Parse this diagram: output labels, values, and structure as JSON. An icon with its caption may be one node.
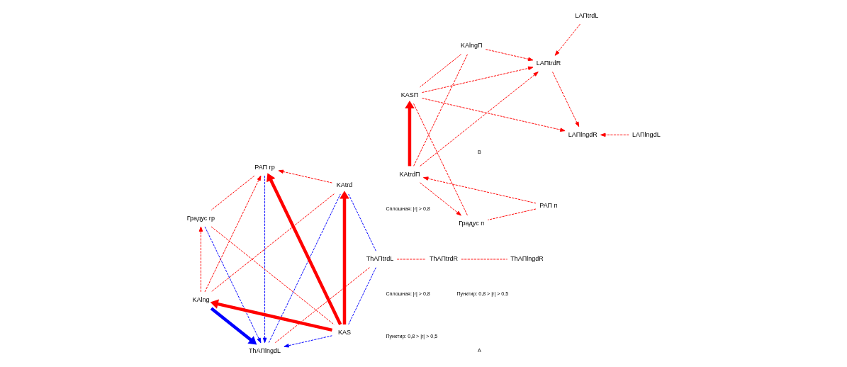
{
  "diagram": {
    "nodes": [
      {
        "text": [
          "РАП гр"
        ]
      },
      {
        "text": [
          "ThAПtrdL"
        ]
      },
      {
        "text": [
          "Градус гр"
        ]
      },
      {
        "text": [
          "ThAПlngdL"
        ]
      },
      {
        "text": [
          "KAS"
        ]
      },
      {
        "text": [
          "ThAПtrdR"
        ]
      },
      {
        "text": [
          "KAlng"
        ]
      },
      {
        "text": [
          "ThAПlngdR"
        ]
      },
      {
        "text": [
          "KAtrd"
        ]
      },
      {
        "text": [
          "РАП п"
        ]
      },
      {
        "text": [
          "LAПtrdL"
        ]
      },
      {
        "text": [
          "Градус п"
        ]
      },
      {
        "text": [
          "LAПlngdL"
        ]
      },
      {
        "text": [
          "KASП"
        ]
      },
      {
        "text": [
          "LAПtrdR"
        ]
      },
      {
        "text": [
          "KAlngП"
        ]
      },
      {
        "text": [
          "LAПlngdR"
        ]
      },
      {
        "text": [
          "KAtrdП"
        ]
      }
    ],
    "edges": [
      {
        "from": 6,
        "to": 3,
        "arrow": "to",
        "style": "thick",
        "color": "#0000ff"
      },
      {
        "from": 4,
        "to": 8,
        "arrow": "to",
        "style": "thick"
      },
      {
        "from": 4,
        "to": 0,
        "arrow": "to",
        "style": "thick"
      },
      {
        "from": 4,
        "to": 6,
        "arrow": "to",
        "style": "thick"
      },
      {
        "from": 8,
        "to": 0,
        "arrow": "to",
        "style": "dashed"
      },
      {
        "from": 0,
        "to": 2,
        "arrow": "none",
        "style": "dashed"
      },
      {
        "from": 6,
        "to": 2,
        "arrow": "to",
        "style": "dashed"
      },
      {
        "from": 2,
        "to": 4,
        "arrow": "none",
        "style": "dashed"
      },
      {
        "from": 6,
        "to": 0,
        "arrow": "to",
        "style": "dashed"
      },
      {
        "from": 8,
        "to": 6,
        "arrow": "none",
        "style": "dashed"
      },
      {
        "from": 1,
        "to": 3,
        "arrow": "none",
        "style": "dashed"
      },
      {
        "from": 1,
        "to": 5,
        "arrow": "none",
        "style": "dashed"
      },
      {
        "from": 5,
        "to": 7,
        "arrow": "none",
        "style": "dashed"
      },
      {
        "from": 1,
        "to": 4,
        "arrow": "none",
        "style": "dashed",
        "color": "#0000ff"
      },
      {
        "from": 1,
        "to": 8,
        "arrow": "none",
        "style": "dashed",
        "color": "#0000ff"
      },
      {
        "from": 0,
        "to": 3,
        "arrow": "to",
        "style": "dashed",
        "color": "#0000ff"
      },
      {
        "from": 2,
        "to": 3,
        "arrow": "to",
        "style": "dashed",
        "color": "#0000ff"
      },
      {
        "from": 4,
        "to": 3,
        "arrow": "to",
        "style": "dashed",
        "color": "#0000ff"
      },
      {
        "from": 3,
        "to": 8,
        "arrow": "none",
        "style": "dashed",
        "color": "#0000ff"
      },
      {
        "from": 9,
        "to": 11,
        "arrow": "none",
        "style": "dashed"
      },
      {
        "from": 9,
        "to": 17,
        "arrow": "to",
        "style": "dashed"
      },
      {
        "from": 11,
        "to": 13,
        "arrow": "none",
        "style": "dashed"
      },
      {
        "from": 10,
        "to": 14,
        "arrow": "to",
        "style": "dashed"
      },
      {
        "from": 12,
        "to": 16,
        "arrow": "to",
        "style": "dashed"
      },
      {
        "from": 13,
        "to": 14,
        "arrow": "to",
        "style": "dashed"
      },
      {
        "from": 17,
        "to": 13,
        "arrow": "to",
        "style": "thick"
      },
      {
        "from": 17,
        "to": 11,
        "arrow": "to",
        "style": "dashed"
      },
      {
        "from": 13,
        "to": 16,
        "arrow": "to",
        "style": "dashed"
      },
      {
        "from": 15,
        "to": 14,
        "arrow": "to",
        "style": "dashed"
      },
      {
        "from": 15,
        "to": 13,
        "arrow": "none",
        "style": "dashed"
      },
      {
        "from": 17,
        "to": 14,
        "arrow": "to",
        "style": "dashed"
      },
      {
        "from": 14,
        "to": 16,
        "arrow": "to",
        "style": "dashed"
      },
      {
        "from": 17,
        "to": 15,
        "arrow": "none",
        "style": "dashed"
      }
    ],
    "labels": [
      "Сплошная: |r| > 0,8",
      "Пунктир: 0,8 > |r| > 0,5",
      "A",
      "Сплошная: |r| > 0,8",
      "Пунктир: 0,8 > |r| > 0,5",
      "B"
    ]
  }
}
